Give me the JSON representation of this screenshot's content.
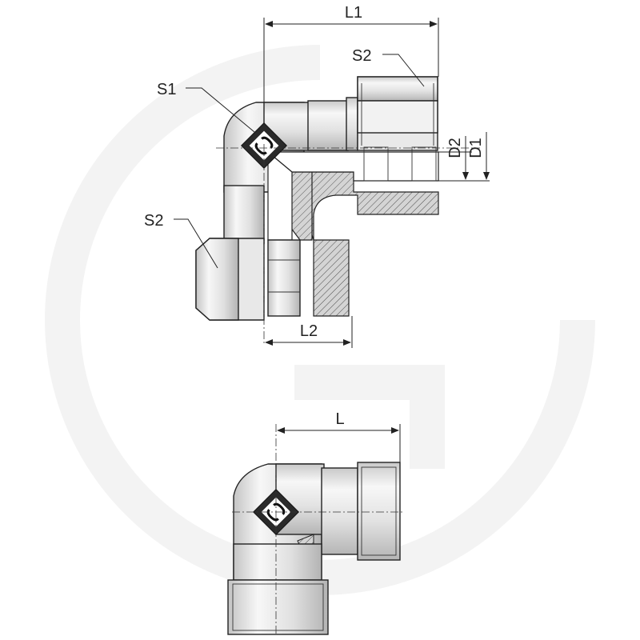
{
  "labels": {
    "top_length": "L1",
    "bottom_length": "L",
    "side_length": "L2",
    "nut_top": "S2",
    "nut_left": "S2",
    "body_hex": "S1",
    "bore_inner": "D2",
    "bore_outer": "D1"
  },
  "colors": {
    "watermark": "#f3f3f3",
    "metal_light": "#f4f4f4",
    "metal_mid": "#d9d9d9",
    "metal_dark": "#b8b8b8",
    "section_fill": "#d0d0d0",
    "line": "#222222"
  },
  "icons": [
    "brand-emblem-icon",
    "brand-emblem-icon"
  ]
}
